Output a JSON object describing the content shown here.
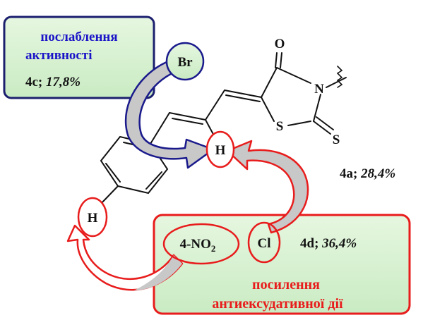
{
  "boxes": {
    "weaken": {
      "line1": "послаблення",
      "line2": "активності",
      "compound": "4c;",
      "value": "17,8%"
    },
    "strengthen": {
      "compound_left": "4-NO",
      "subscript": "2",
      "cl": "Cl",
      "compound": "4d;",
      "value": "36,4%",
      "line1": "посилення",
      "line2": "антиексудативної дії"
    }
  },
  "atoms": {
    "br": "Br",
    "h_top": "H",
    "h_left": "H",
    "o": "O",
    "n": "N",
    "s_ring": "S",
    "s_exo": "S"
  },
  "compound_4a": {
    "label": "4a;",
    "value": "28,4%"
  },
  "colors": {
    "box_border": "#1b1f6e",
    "box_fill": "#d6f2d0",
    "red": "#e81c1c",
    "blue": "#1a1a8c",
    "arrow_fill": "#c8c8c8",
    "label_blue": "#1a14c8",
    "label_red": "#e81c1c"
  }
}
